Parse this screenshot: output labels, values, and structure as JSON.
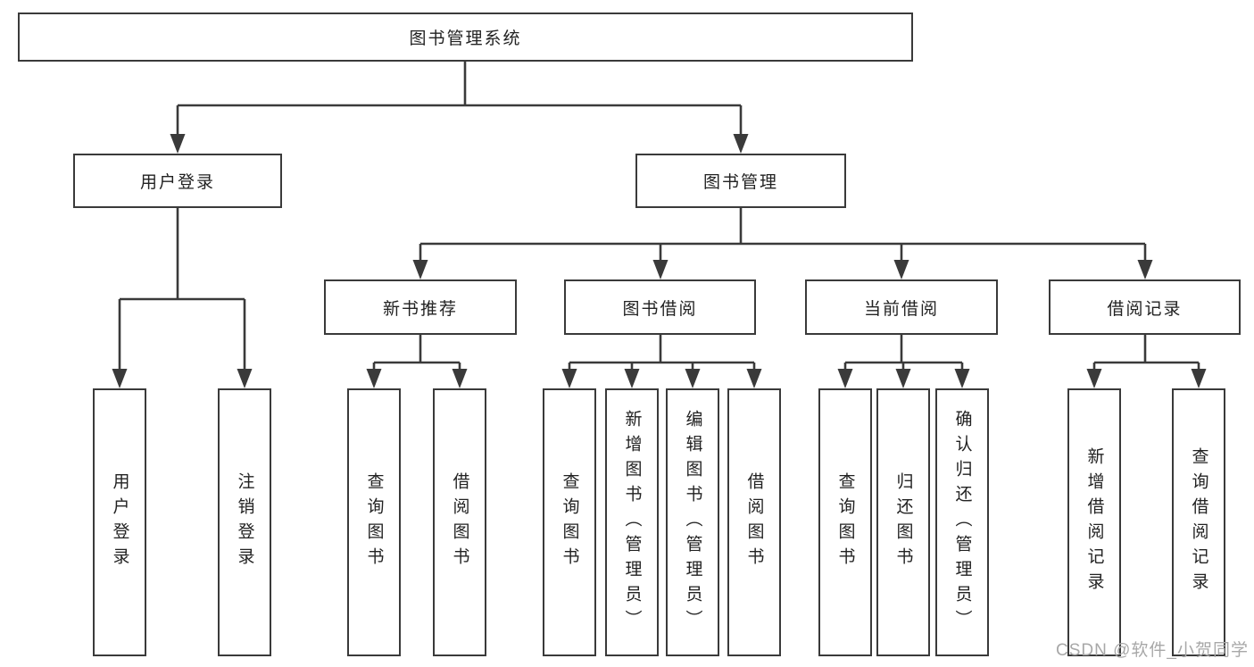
{
  "diagram": {
    "root": {
      "label": "图书管理系统"
    },
    "branches": [
      {
        "label": "用户登录",
        "children": [
          {
            "label": "用户登录"
          },
          {
            "label": "注销登录"
          }
        ]
      },
      {
        "label": "图书管理",
        "children": [
          {
            "label": "新书推荐",
            "children": [
              {
                "label": "查询图书"
              },
              {
                "label": "借阅图书"
              }
            ]
          },
          {
            "label": "图书借阅",
            "children": [
              {
                "label": "查询图书"
              },
              {
                "label": "新增图书（管理员）"
              },
              {
                "label": "编辑图书（管理员）"
              },
              {
                "label": "借阅图书"
              }
            ]
          },
          {
            "label": "当前借阅",
            "children": [
              {
                "label": "查询图书"
              },
              {
                "label": "归还图书"
              },
              {
                "label": "确认归还（管理员）"
              }
            ]
          },
          {
            "label": "借阅记录",
            "children": [
              {
                "label": "新增借阅记录"
              },
              {
                "label": "查询借阅记录"
              }
            ]
          }
        ]
      }
    ]
  },
  "watermark": "CSDN @软件_小贺同学",
  "colors": {
    "line": "#3a3a3a",
    "box_border": "#3a3a3a",
    "text": "#222222",
    "watermark": "#a8a8a8",
    "background": "#ffffff"
  }
}
